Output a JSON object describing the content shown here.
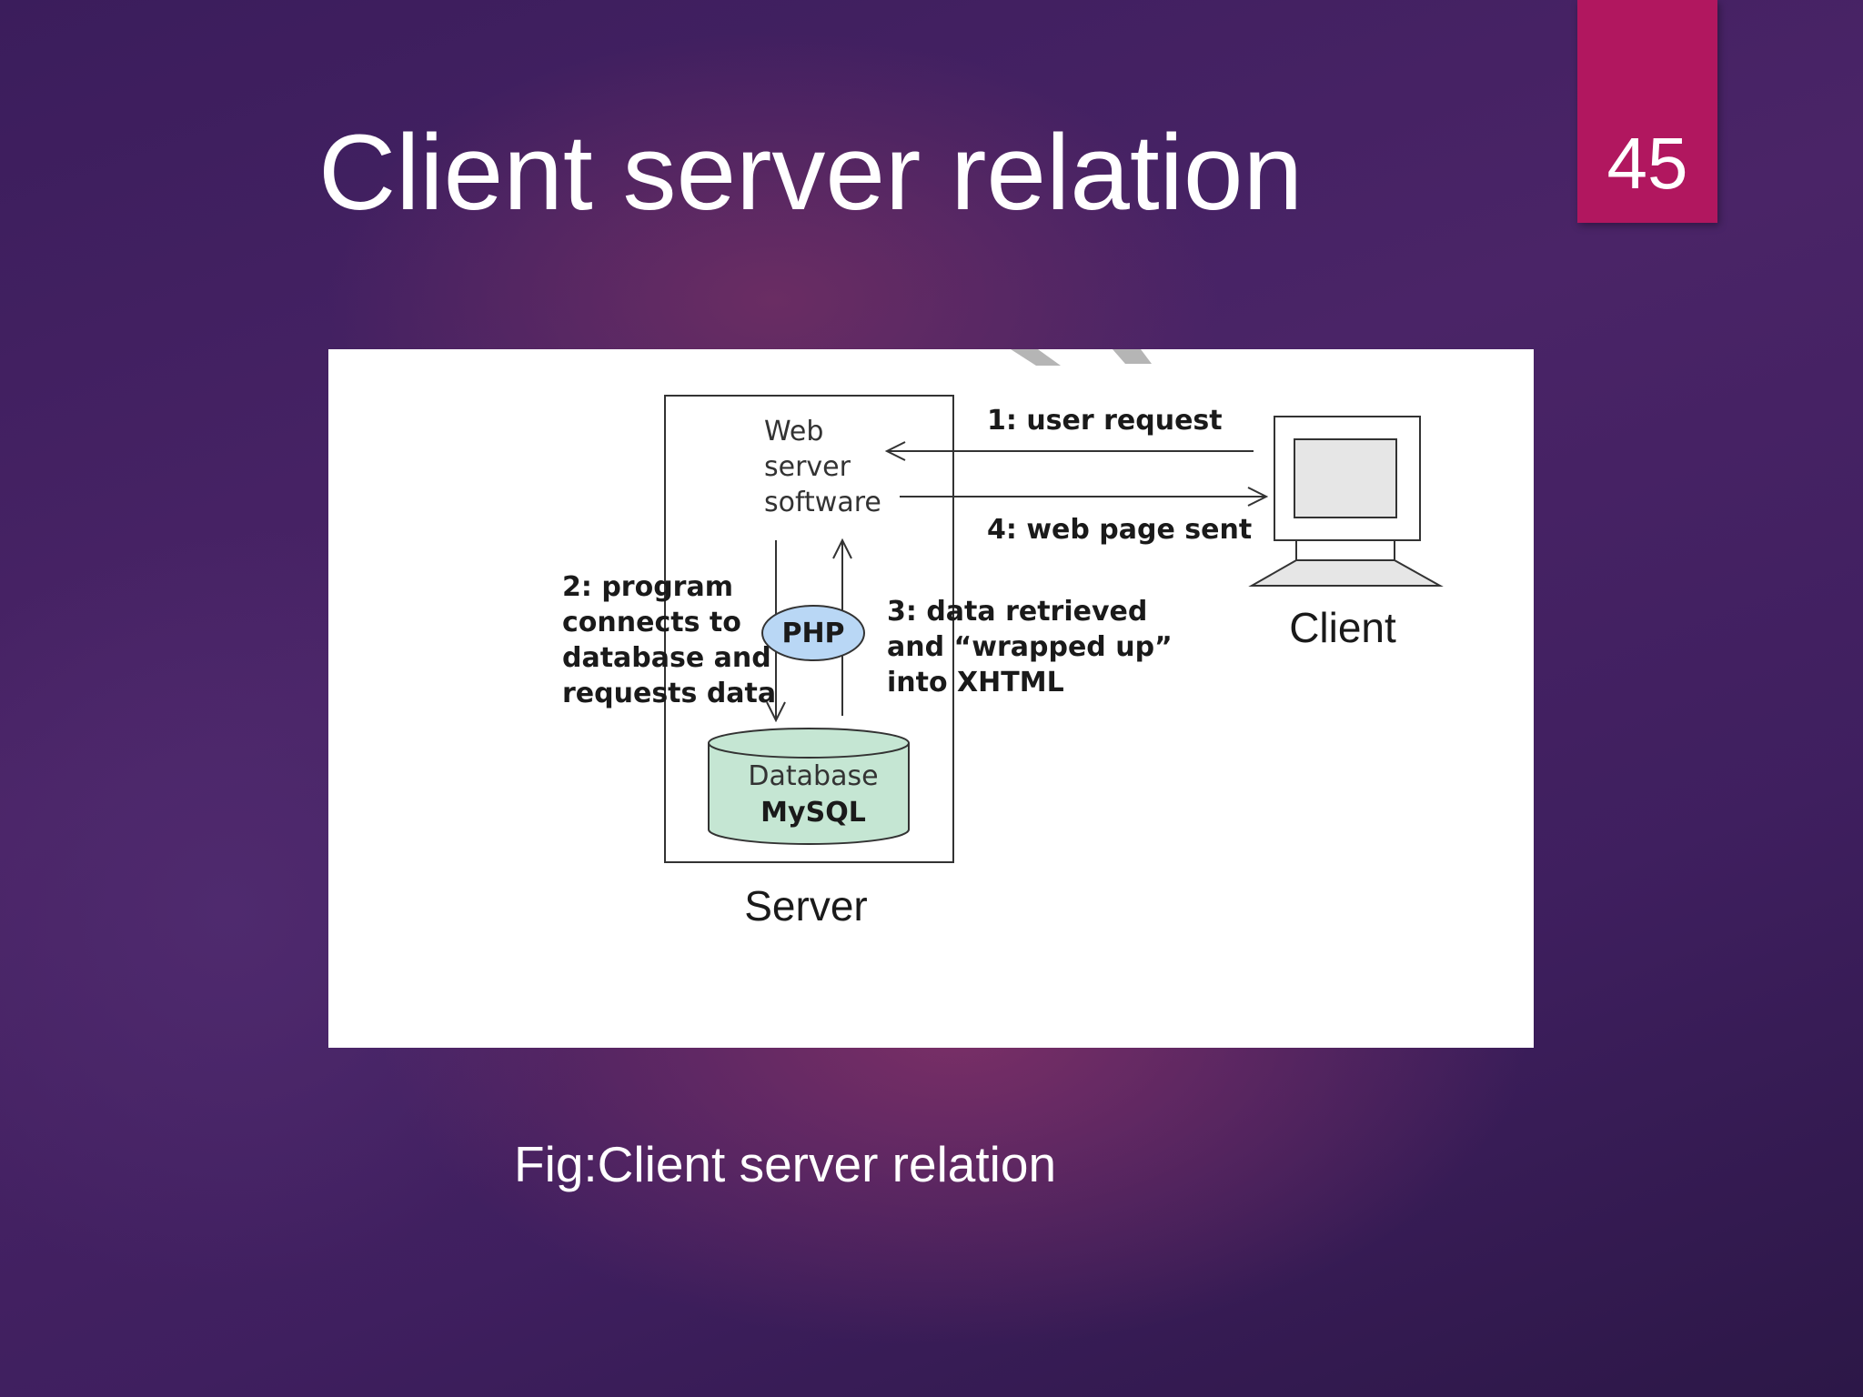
{
  "slide": {
    "title": "Client server relation",
    "number": "45",
    "caption": "Fig:Client server relation"
  },
  "diagram": {
    "web_server_lines": [
      "Web",
      "server",
      "software"
    ],
    "step1": "1: user request",
    "step4": "4: web page sent",
    "step2_lines": [
      "2: program",
      "connects to",
      "database and",
      "requests data"
    ],
    "step3_lines": [
      "3: data retrieved",
      "and “wrapped up”",
      "into XHTML"
    ],
    "php_label": "PHP",
    "database_label": "Database",
    "database_name": "MySQL",
    "server_label": "Server",
    "client_label": "Client"
  },
  "colors": {
    "background": "#3f1f5f",
    "slide_number_box": "#b1175f",
    "php_ellipse": "#b9d7f5",
    "database_cylinder": "#c5e6d3"
  }
}
